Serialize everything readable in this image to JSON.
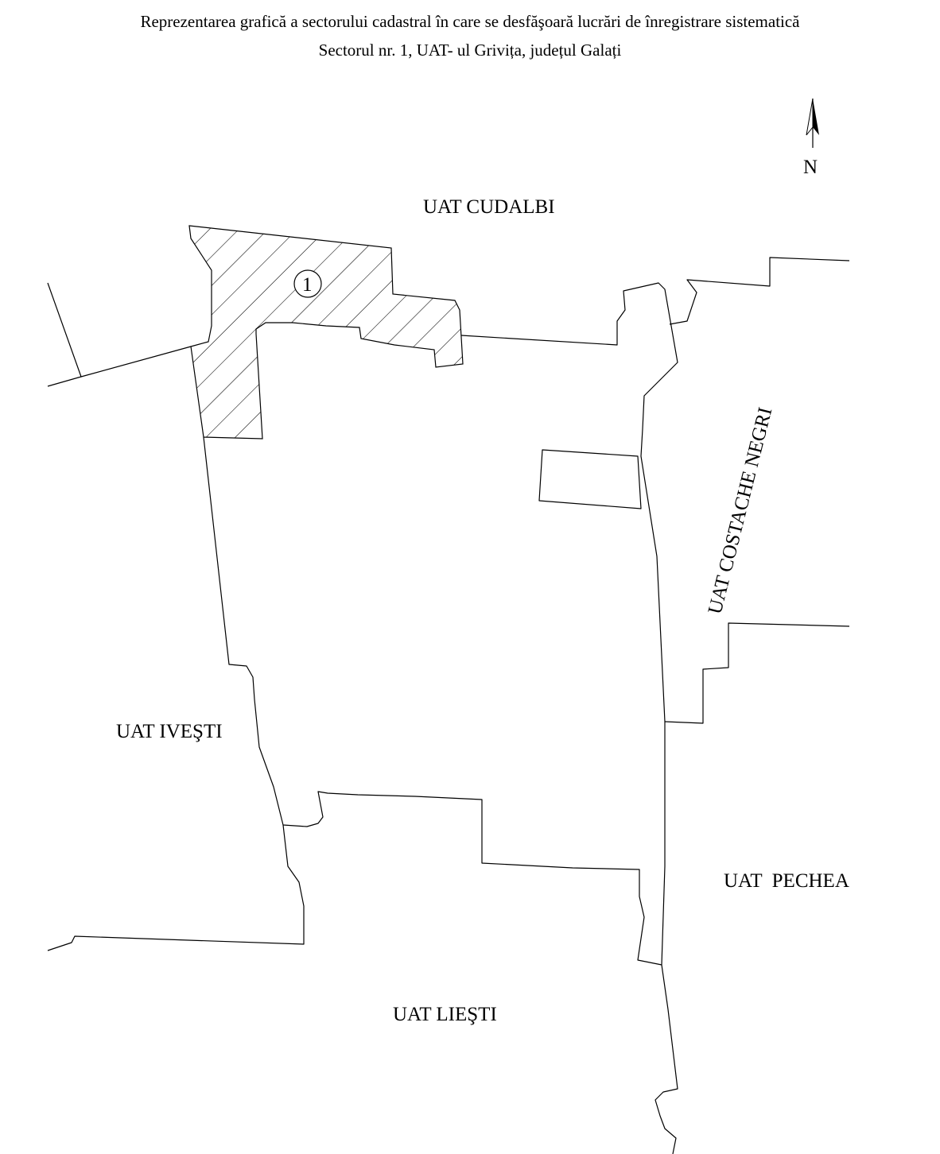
{
  "title_line1": "Reprezentarea grafică a sectorului cadastral în care se desfăşoară lucrări de înregistrare sistematică",
  "title_line2": "Sectorul nr. 1, UAT- ul Grivița, județul Galați",
  "north_label": "N",
  "sector_number": "1",
  "neighbors": {
    "north": "UAT CUDALBI",
    "east": "UAT COSTACHE NEGRI",
    "west": "UAT IVEŞTI",
    "southeast": "UAT  PECHEA",
    "south": "UAT LIEŞTI"
  },
  "colors": {
    "line": "#000000",
    "background": "#ffffff"
  }
}
